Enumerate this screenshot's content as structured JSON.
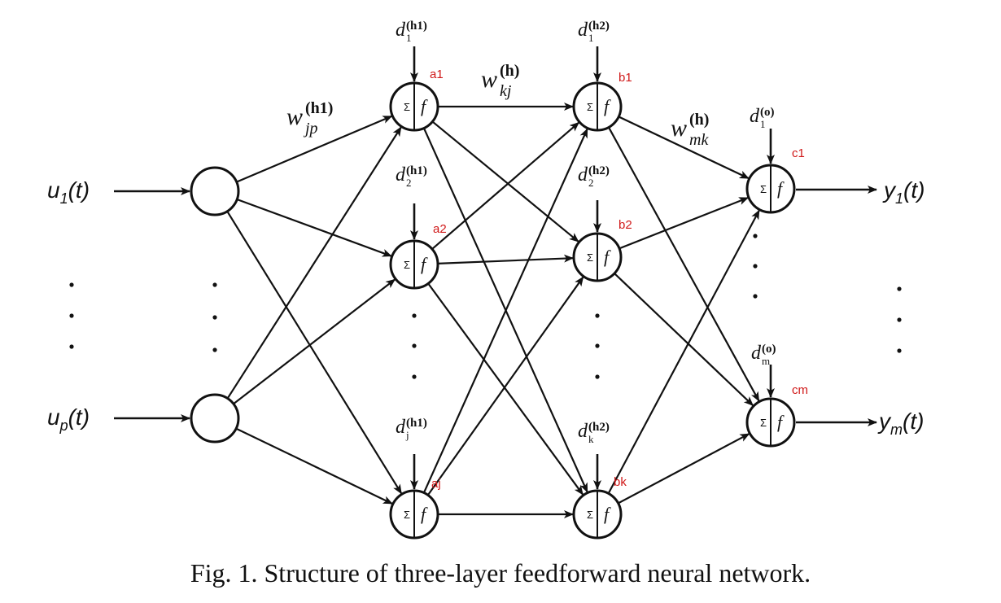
{
  "caption": "Fig. 1. Structure of three-layer feedforward neural network.",
  "node_symbols": {
    "sum": "Σ",
    "func": "f"
  },
  "inputs": [
    {
      "id": "u1",
      "main": "u",
      "sub": "1",
      "arg": "(t)"
    },
    {
      "id": "up",
      "main": "u",
      "sub": "p",
      "arg": "(t)"
    }
  ],
  "outputs": [
    {
      "id": "y1",
      "main": "y",
      "sub": "1",
      "arg": "(t)"
    },
    {
      "id": "ym",
      "main": "y",
      "sub": "m",
      "arg": "(t)"
    }
  ],
  "node_tags": [
    "a1",
    "a2",
    "aj",
    "b1",
    "b2",
    "bk",
    "c1",
    "cm"
  ],
  "bias_labels": [
    {
      "id": "d1h1",
      "main": "d",
      "sub": "1",
      "sup": "(h1)"
    },
    {
      "id": "d2h1",
      "main": "d",
      "sub": "2",
      "sup": "(h1)"
    },
    {
      "id": "djh1",
      "main": "d",
      "sub": "j",
      "sup": "(h1)"
    },
    {
      "id": "d1h2",
      "main": "d",
      "sub": "1",
      "sup": "(h2)"
    },
    {
      "id": "d2h2",
      "main": "d",
      "sub": "2",
      "sup": "(h2)"
    },
    {
      "id": "dkh2",
      "main": "d",
      "sub": "k",
      "sup": "(h2)"
    },
    {
      "id": "d1o",
      "main": "d",
      "sub": "1",
      "sup": "(o)"
    },
    {
      "id": "dmo",
      "main": "d",
      "sub": "m",
      "sup": "(o)"
    }
  ],
  "weight_labels": [
    {
      "id": "wjp",
      "main": "w",
      "sub": "jp",
      "sup": "(h1)"
    },
    {
      "id": "wkj",
      "main": "w",
      "sub": "kj",
      "sup": "(h)"
    },
    {
      "id": "wmk",
      "main": "w",
      "sub": "mk",
      "sup": "(h)"
    }
  ]
}
